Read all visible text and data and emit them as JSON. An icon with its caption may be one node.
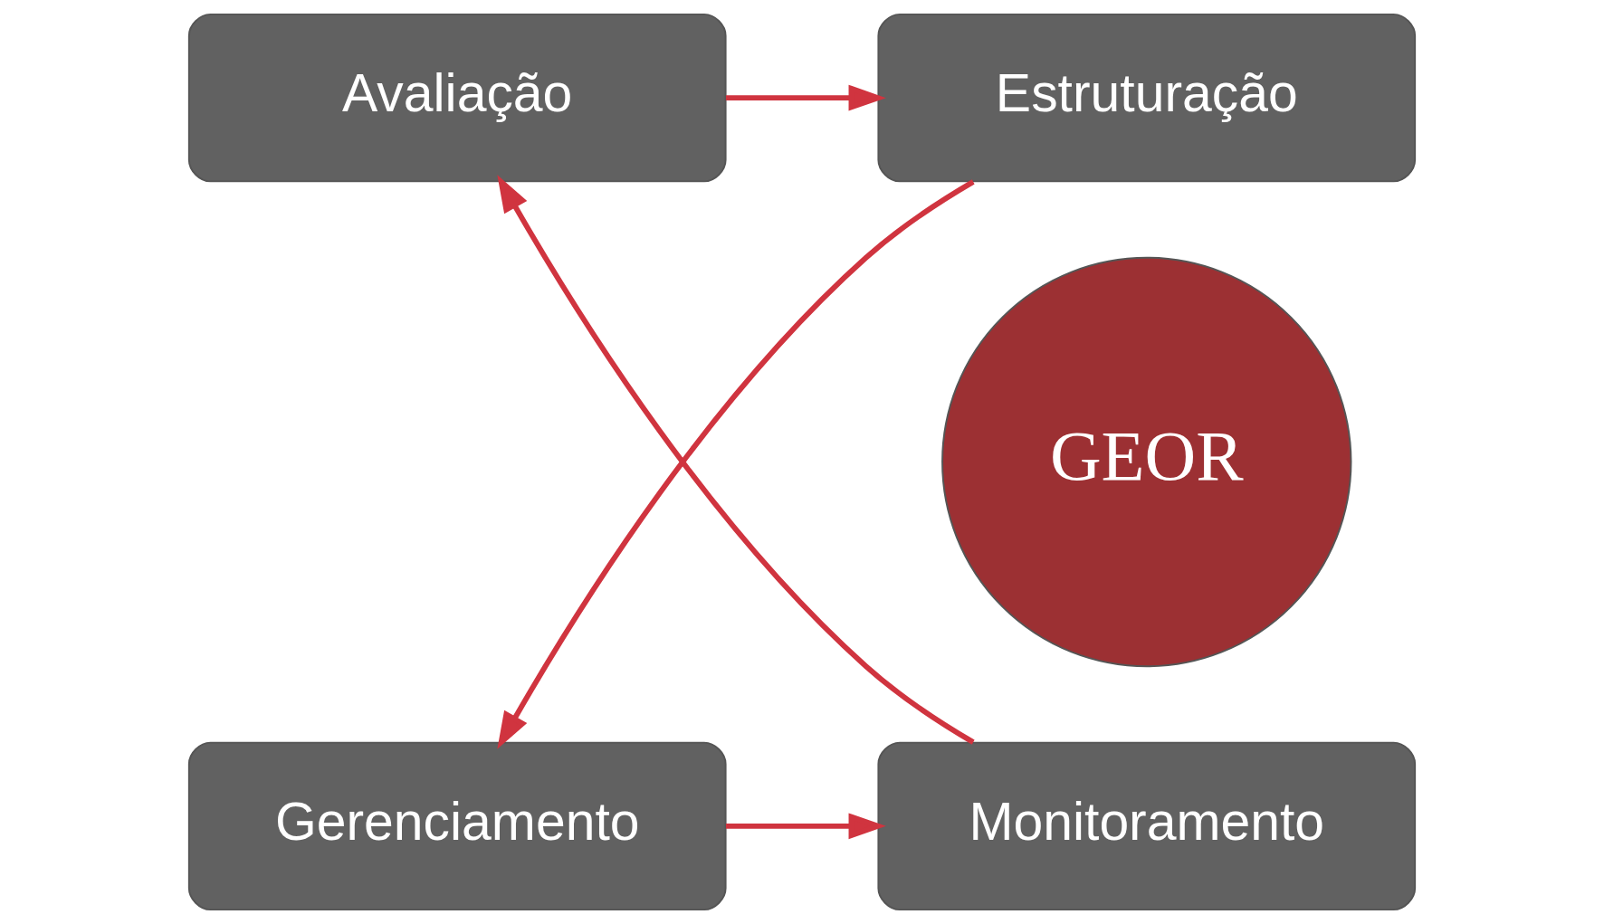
{
  "diagram": {
    "nodes": [
      {
        "text": [
          "Avaliação"
        ]
      },
      {
        "text": [
          "Estruturação"
        ]
      },
      {
        "text": [
          "GEOR"
        ]
      },
      {
        "text": [
          "Monitoramento"
        ]
      },
      {
        "text": [
          "Gerenciamento"
        ]
      }
    ],
    "edges": [
      {
        "from": 0,
        "to": 1,
        "arrow": "to"
      },
      {
        "from": 1,
        "to": 4,
        "arrow": "to"
      },
      {
        "from": 4,
        "to": 3,
        "arrow": "to"
      },
      {
        "from": 3,
        "to": 0,
        "arrow": "to"
      }
    ]
  }
}
